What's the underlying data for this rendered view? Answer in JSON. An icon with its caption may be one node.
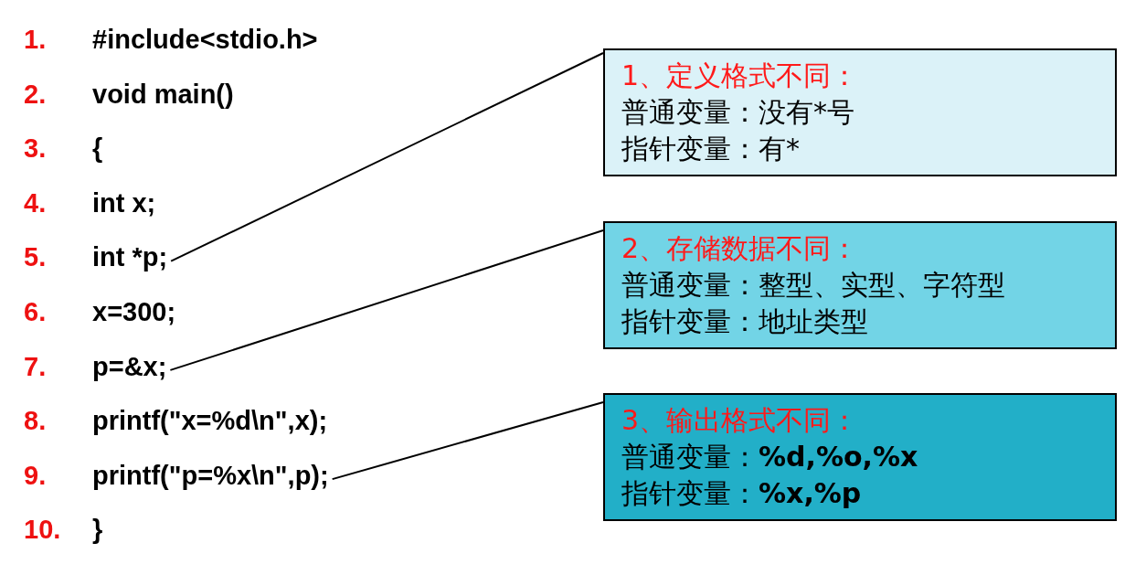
{
  "diagram": {
    "nodes": [
      {
        "text": [
          "int *p;"
        ],
        "beside": [
          "5."
        ]
      },
      {
        "text": [
          "p=&x;"
        ],
        "beside": [
          "7."
        ]
      },
      {
        "text": [
          "printf(\"p=%x\\n\",p);"
        ],
        "beside": [
          "9."
        ]
      },
      {
        "text": [
          "1、定义格式不同：",
          "普通变量：没有*号",
          "指针变量：有*"
        ]
      },
      {
        "text": [
          "2、存储数据不同：",
          "普通变量：整型、实型、字符型",
          "指针变量：地址类型"
        ]
      },
      {
        "text": [
          "3、输出格式不同：",
          "普通变量：**%d,%o,%x**",
          "指针变量：**%x,%p**"
        ]
      }
    ],
    "edges": [
      {
        "from": 0,
        "to": 3,
        "arrow": "none"
      },
      {
        "from": 1,
        "to": 4,
        "arrow": "none"
      },
      {
        "from": 2,
        "to": 5,
        "arrow": "none"
      }
    ],
    "labels": [
      "1.",
      "#include<stdio.h>",
      "2.",
      "void main()",
      "3.",
      "{",
      "4.",
      "int x;",
      "6.",
      "x=300;",
      "8.",
      "printf(\"x=%d\\n\",x);",
      "10.",
      "}"
    ]
  }
}
